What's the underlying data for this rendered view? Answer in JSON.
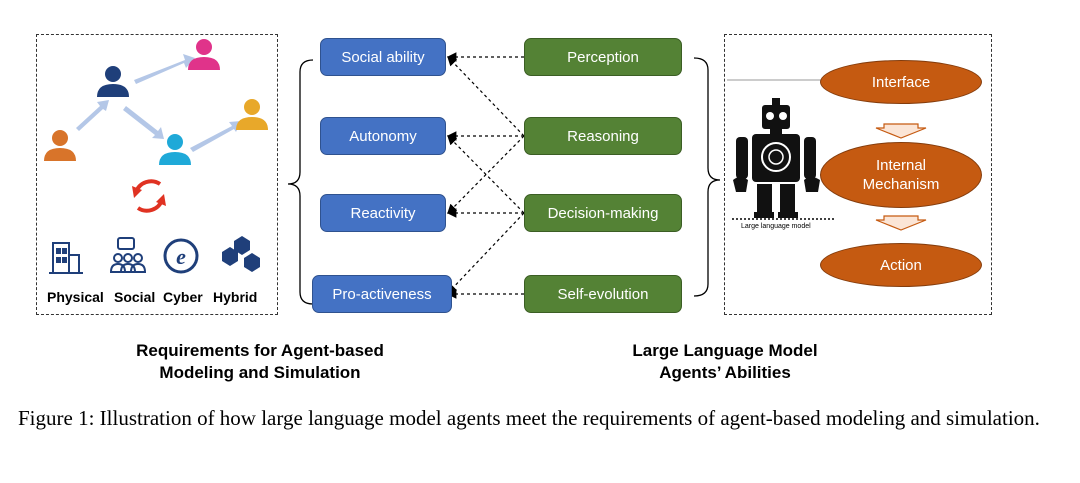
{
  "requirements": [
    {
      "id": "social-ability",
      "label": "Social ability"
    },
    {
      "id": "autonomy",
      "label": "Autonomy"
    },
    {
      "id": "reactivity",
      "label": "Reactivity"
    },
    {
      "id": "pro-activeness",
      "label": "Pro-activeness"
    }
  ],
  "abilities": [
    {
      "id": "perception",
      "label": "Perception"
    },
    {
      "id": "reasoning",
      "label": "Reasoning"
    },
    {
      "id": "decision-making",
      "label": "Decision-making"
    },
    {
      "id": "self-evolution",
      "label": "Self-evolution"
    }
  ],
  "llm_components": {
    "interface": "Interface",
    "internal_mechanism": "Internal\nMechanism",
    "action": "Action"
  },
  "robot_caption": "Large language model",
  "categories": [
    "Physical",
    "Social",
    "Cyber",
    "Hybrid"
  ],
  "titles": {
    "left_line1": "Requirements for Agent-based",
    "left_line2": "Modeling and Simulation",
    "right_line1": "Large Language Model",
    "right_line2": "Agents’ Abilities"
  },
  "caption": "Figure 1: Illustration of how large language model agents meet the requirements of agent-based modeling and simulation.",
  "colors": {
    "requirement_box": "#4472c4",
    "ability_box": "#548235",
    "llm_ellipse": "#c55a11",
    "person_navy": "#1f3f7a",
    "person_pink": "#e0338a",
    "person_cyan": "#1fa9d8",
    "person_gold": "#e8a82a",
    "person_orange": "#d8742a",
    "cycle_red": "#e03222"
  }
}
